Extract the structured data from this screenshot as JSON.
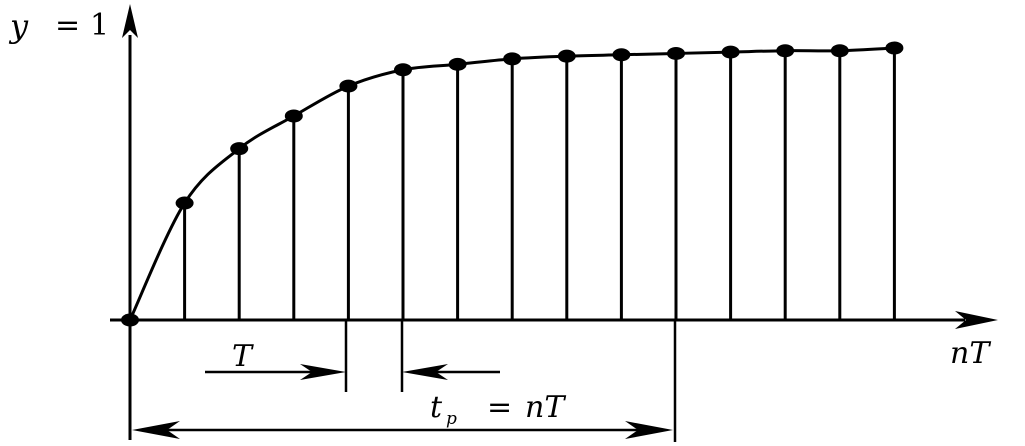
{
  "labels": {
    "y_label": "y",
    "y_eq": "=",
    "y_value": "1",
    "x_label": "nT",
    "period_label": "T",
    "tp_t": "t",
    "tp_sub": "p",
    "tp_eq": "=",
    "tp_value": "nT"
  },
  "chart_data": {
    "type": "scatter",
    "samples": [
      0,
      0.43,
      0.63,
      0.75,
      0.86,
      0.92,
      0.94,
      0.96,
      0.97,
      0.975,
      0.98,
      0.985,
      0.99,
      0.99,
      1.0
    ]
  }
}
